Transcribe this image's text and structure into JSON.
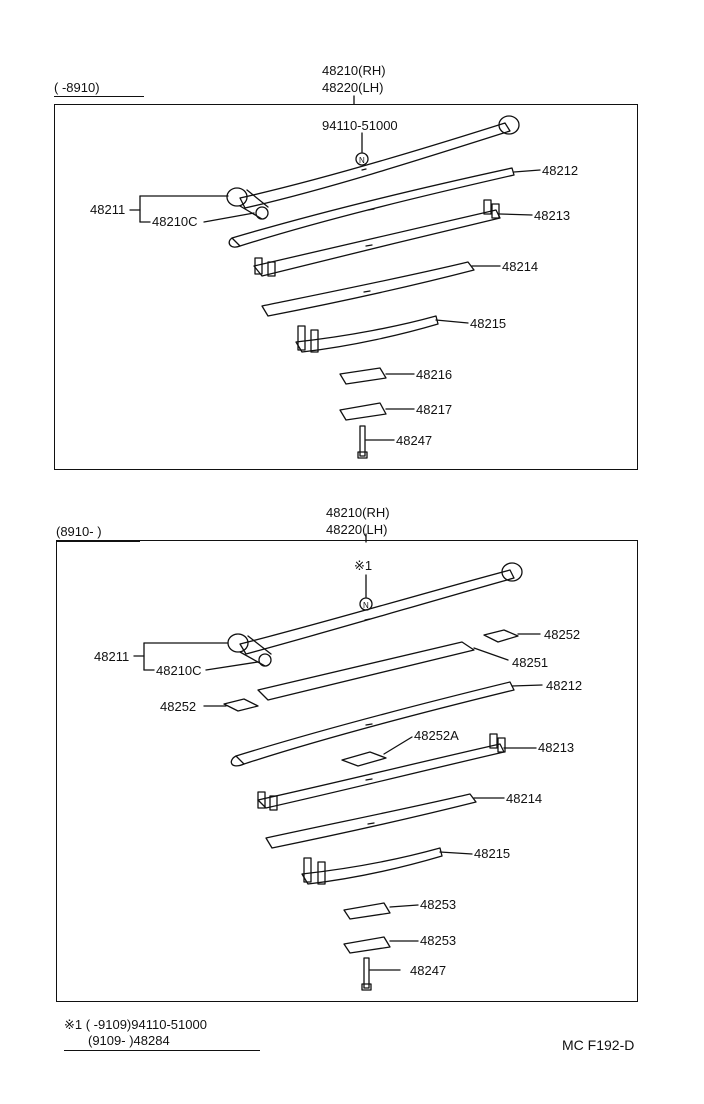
{
  "top_section": {
    "range": "(        -8910)",
    "header_rh": "48210(RH)",
    "header_lh": "48220(LH)",
    "parts": {
      "nut_part": "94110-51000",
      "p48211": "48211",
      "p48210c": "48210C",
      "p48212": "48212",
      "p48213": "48213",
      "p48214": "48214",
      "p48215": "48215",
      "p48216": "48216",
      "p48217": "48217",
      "p48247": "48247"
    }
  },
  "bottom_section": {
    "range": "(8910-        )",
    "header_rh": "48210(RH)",
    "header_lh": "48220(LH)",
    "parts": {
      "note_ref": "※1",
      "p48211": "48211",
      "p48210c": "48210C",
      "p48252_right": "48252",
      "p48251": "48251",
      "p48212": "48212",
      "p48252_left": "48252",
      "p48252a": "48252A",
      "p48213": "48213",
      "p48214": "48214",
      "p48215": "48215",
      "p48253_a": "48253",
      "p48253_b": "48253",
      "p48247": "48247"
    }
  },
  "footnote": {
    "line1": "※1 (        -9109)94110-51000",
    "line2": "(9109-        )48284"
  },
  "figure_code": "MC F192-D"
}
